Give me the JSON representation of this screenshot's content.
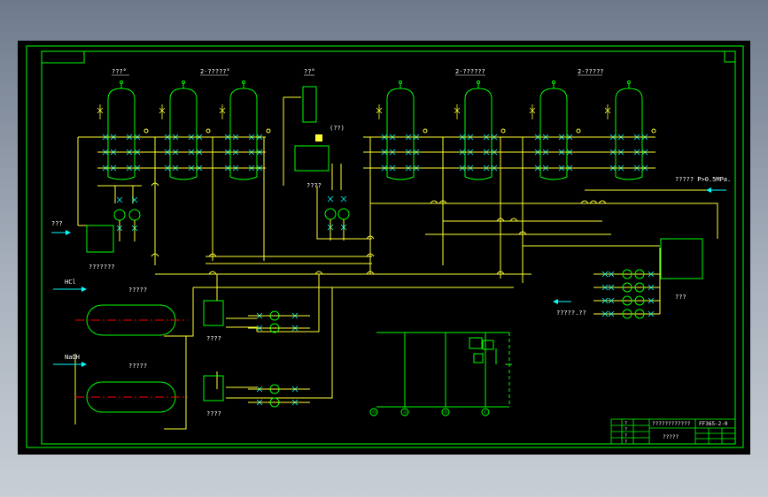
{
  "colors": {
    "background": "#000000",
    "frame": "#00ff00",
    "pipe": "#ffff33",
    "equipment": "#00ff00",
    "centerline": "#ff0000",
    "text": "#ffffff",
    "arrow": "#00ffff"
  },
  "labels": {
    "group_1": "???°",
    "group_2": "2-?????°",
    "group_3": "??°",
    "group_4": "2-??????",
    "group_5": "2-?????",
    "tag_air_blower": "(??)",
    "tag_pump_1": "????",
    "inlet_1": "???",
    "tank_1": "???????",
    "pressure_out": "????? P>0.5MPa.",
    "hcl_in": "HCl",
    "hcl_tank": "?????",
    "hcl_meas": "????",
    "naoh_in": "NaOH",
    "naoh_tank": "?????",
    "naoh_meas": "????",
    "right_tank": "???",
    "return_in": "?????.??",
    "bus_a": "Ⓐ",
    "bus_b": "Ⓑ",
    "bus_c": "Ⓒ",
    "bus_d": "Ⓓ"
  },
  "title_block": {
    "project": "????????????",
    "drawing_no": "FF365-2-0",
    "drawing_name": "?????",
    "rows": [
      "?",
      "?",
      "?",
      "?"
    ]
  }
}
